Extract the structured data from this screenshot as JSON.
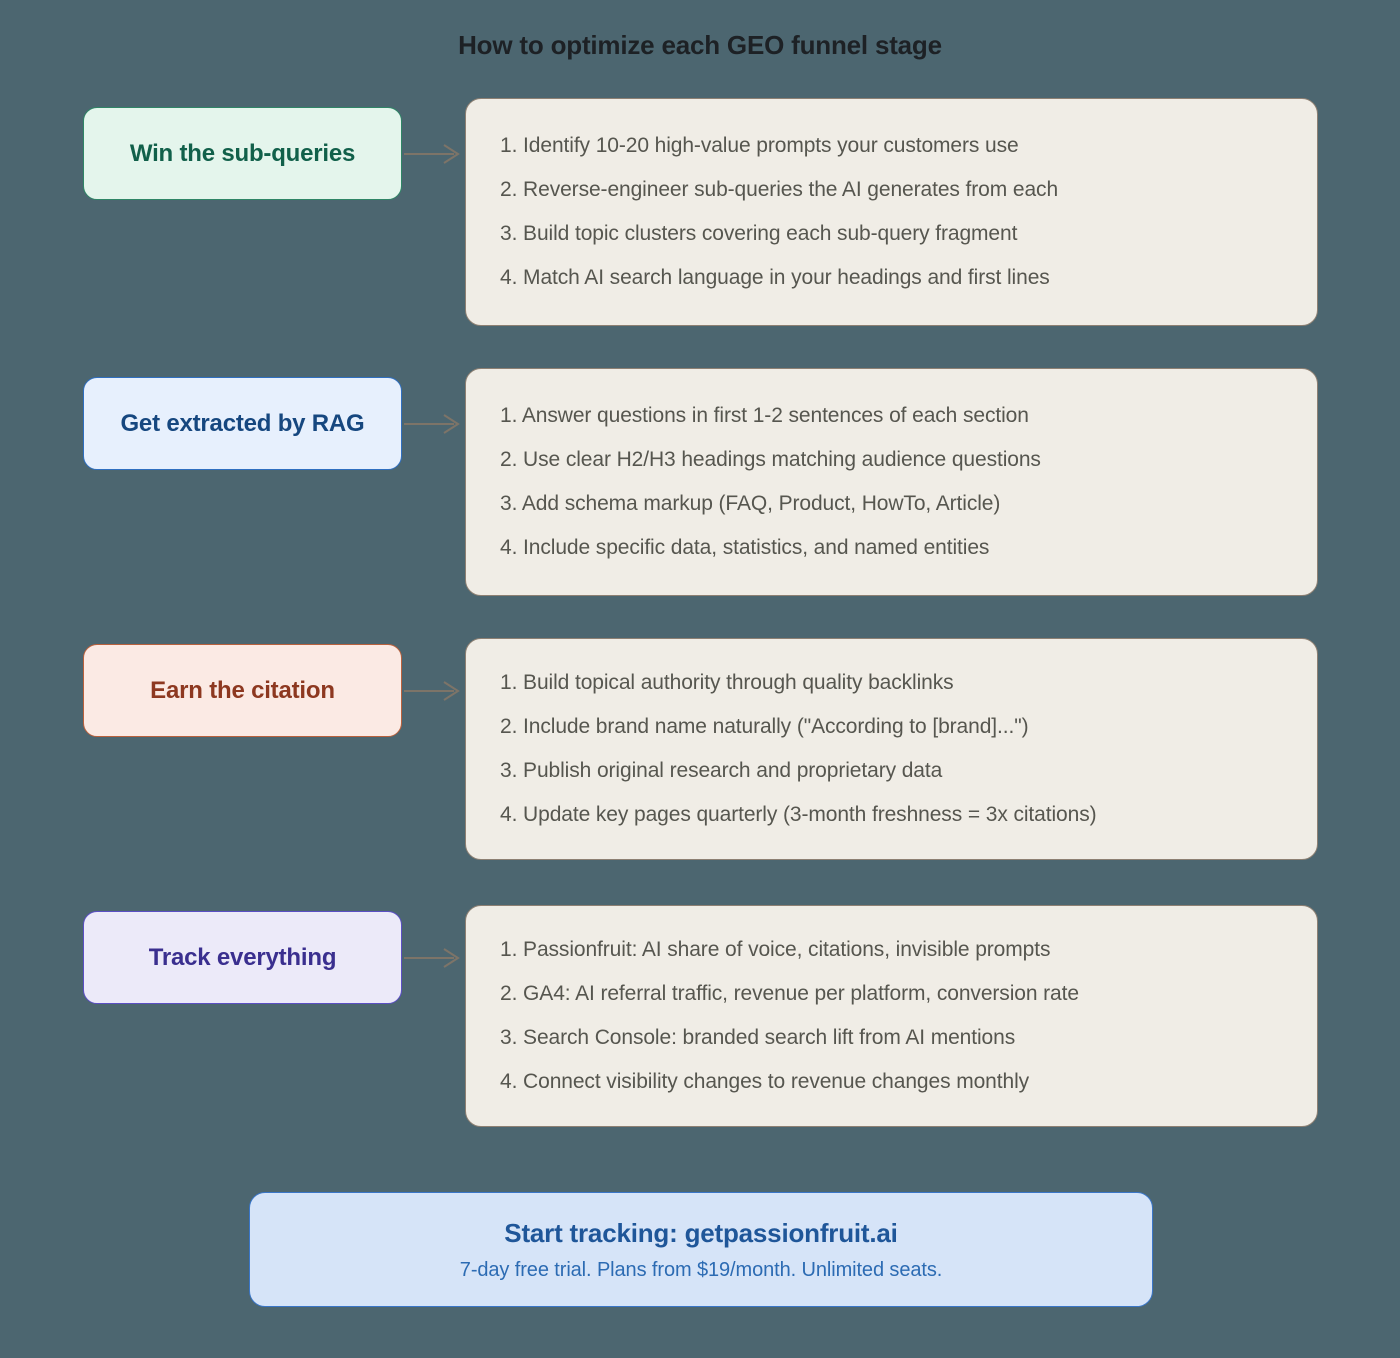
{
  "title": "How to optimize each GEO funnel stage",
  "colors": {
    "background": "#4c6670",
    "card_background": "#f0ede6",
    "card_border": "#8d8073",
    "connector": "#7d7468",
    "stage_green_bg": "#e4f5ec",
    "stage_green_text": "#11604a",
    "stage_blue_bg": "#e7f0fd",
    "stage_blue_text": "#16477f",
    "stage_peach_bg": "#fbeae4",
    "stage_peach_text": "#8d3820",
    "stage_purple_bg": "#eceaf9",
    "stage_purple_text": "#3a2f8f",
    "cta_bg": "#d6e4f8",
    "cta_border": "#3a76c8",
    "cta_text": "#1f5699"
  },
  "stages": [
    {
      "label": "Win the sub-queries",
      "items": [
        "1. Identify 10-20 high-value prompts your customers use",
        "2. Reverse-engineer sub-queries the AI generates from each",
        "3. Build topic clusters covering each sub-query fragment",
        "4. Match AI search language in your headings and first lines"
      ]
    },
    {
      "label": "Get extracted by RAG",
      "items": [
        "1. Answer questions in first 1-2 sentences of each section",
        "2. Use clear H2/H3 headings matching audience questions",
        "3. Add schema markup (FAQ, Product, HowTo, Article)",
        "4. Include specific data, statistics, and named entities"
      ]
    },
    {
      "label": "Earn the citation",
      "items": [
        "1. Build topical authority through quality backlinks",
        "2. Include brand name naturally (\"According to [brand]...\")",
        "3. Publish original research and proprietary data",
        "4. Update key pages quarterly (3-month freshness = 3x citations)"
      ]
    },
    {
      "label": "Track everything",
      "items": [
        "1. Passionfruit: AI share of voice, citations, invisible prompts",
        "2. GA4: AI referral traffic, revenue per platform, conversion rate",
        "3. Search Console: branded search lift from AI mentions",
        "4. Connect visibility changes to revenue changes monthly"
      ]
    }
  ],
  "cta": {
    "title": "Start tracking: getpassionfruit.ai",
    "subtitle": "7-day free trial. Plans from $19/month. Unlimited seats."
  }
}
